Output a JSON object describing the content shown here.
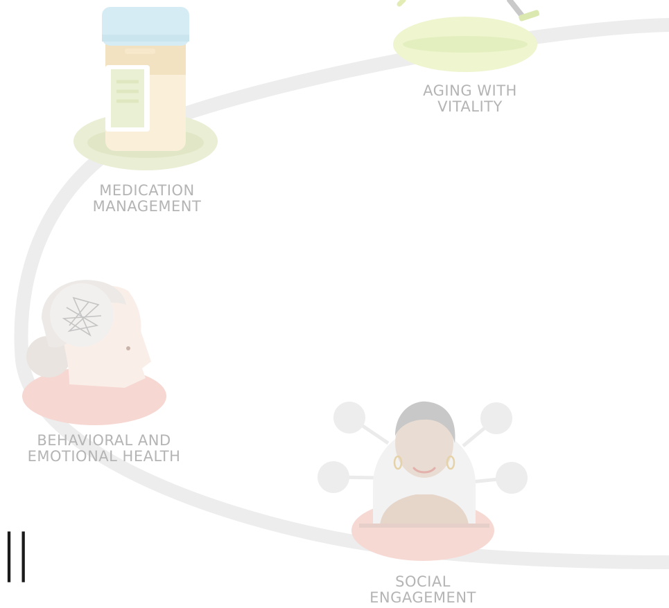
{
  "ring_color": "#ededed",
  "label_color": "#b4b4b4",
  "stages": [
    {
      "name": "aging-with-vitality",
      "icon": "walker-icon",
      "lines": [
        "AGING WITH",
        "VITALITY"
      ],
      "pad_color": "#eef5cf"
    },
    {
      "name": "medication-management",
      "icon": "pill-bottle-icon",
      "lines": [
        "MEDICATION",
        "MANAGEMENT"
      ],
      "pad_color": "#e9eed4"
    },
    {
      "name": "behavioral-and-emotional-health",
      "icon": "head-profile-icon",
      "lines": [
        "BEHAVIORAL AND",
        "EMOTIONAL HEALTH"
      ],
      "pad_color": "#f6d7d2"
    },
    {
      "name": "social-engagement",
      "icon": "social-network-icon",
      "lines": [
        "SOCIAL",
        "ENGAGEMENT"
      ],
      "pad_color": "#f7d9d4"
    }
  ],
  "heading_fragment": "ll"
}
